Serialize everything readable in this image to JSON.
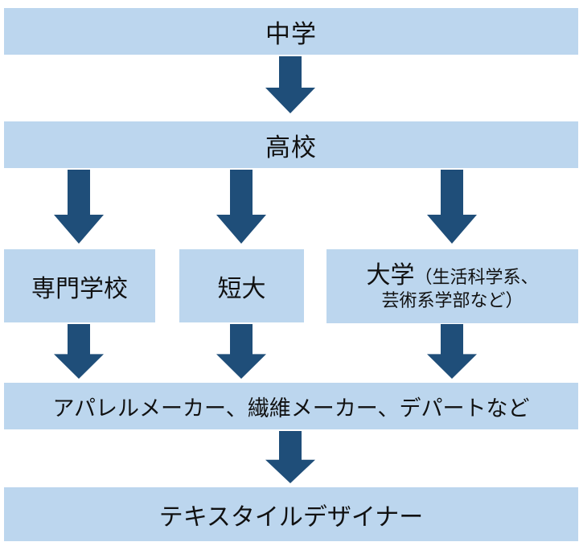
{
  "nodes": {
    "middle_school": "中学",
    "high_school": "高校",
    "vocational_school": "専門学校",
    "junior_college": "短大",
    "university_title": "大学",
    "university_detail_1": "（生活科学系、",
    "university_detail_2": "芸術系学部など）",
    "employers": "アパレルメーカー、繊維メーカー、デパートなど",
    "textile_designer": "テキスタイルデザイナー"
  },
  "colors": {
    "box_fill": "#bcd6ee",
    "arrow_fill": "#1f4e79",
    "text": "#111111"
  }
}
